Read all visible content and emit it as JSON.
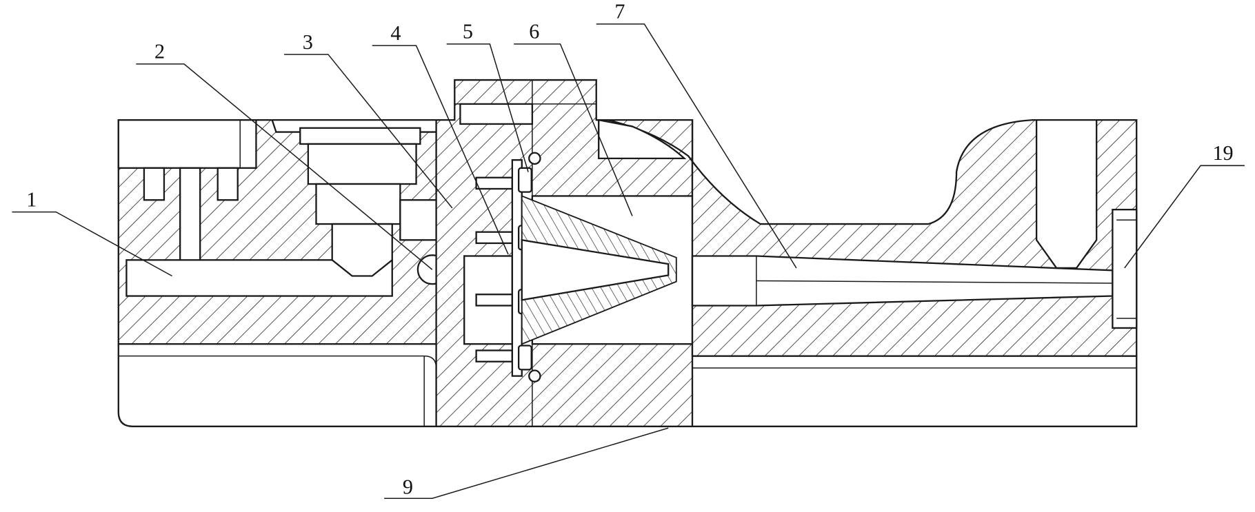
{
  "figure": {
    "labels": [
      {
        "id": "1",
        "text": "1"
      },
      {
        "id": "2",
        "text": "2"
      },
      {
        "id": "3",
        "text": "3"
      },
      {
        "id": "4",
        "text": "4"
      },
      {
        "id": "5",
        "text": "5"
      },
      {
        "id": "6",
        "text": "6"
      },
      {
        "id": "7",
        "text": "7"
      },
      {
        "id": "9",
        "text": "9"
      },
      {
        "id": "19",
        "text": "19"
      }
    ],
    "colors": {
      "line": "#1a1a1a",
      "background": "#ffffff"
    }
  }
}
